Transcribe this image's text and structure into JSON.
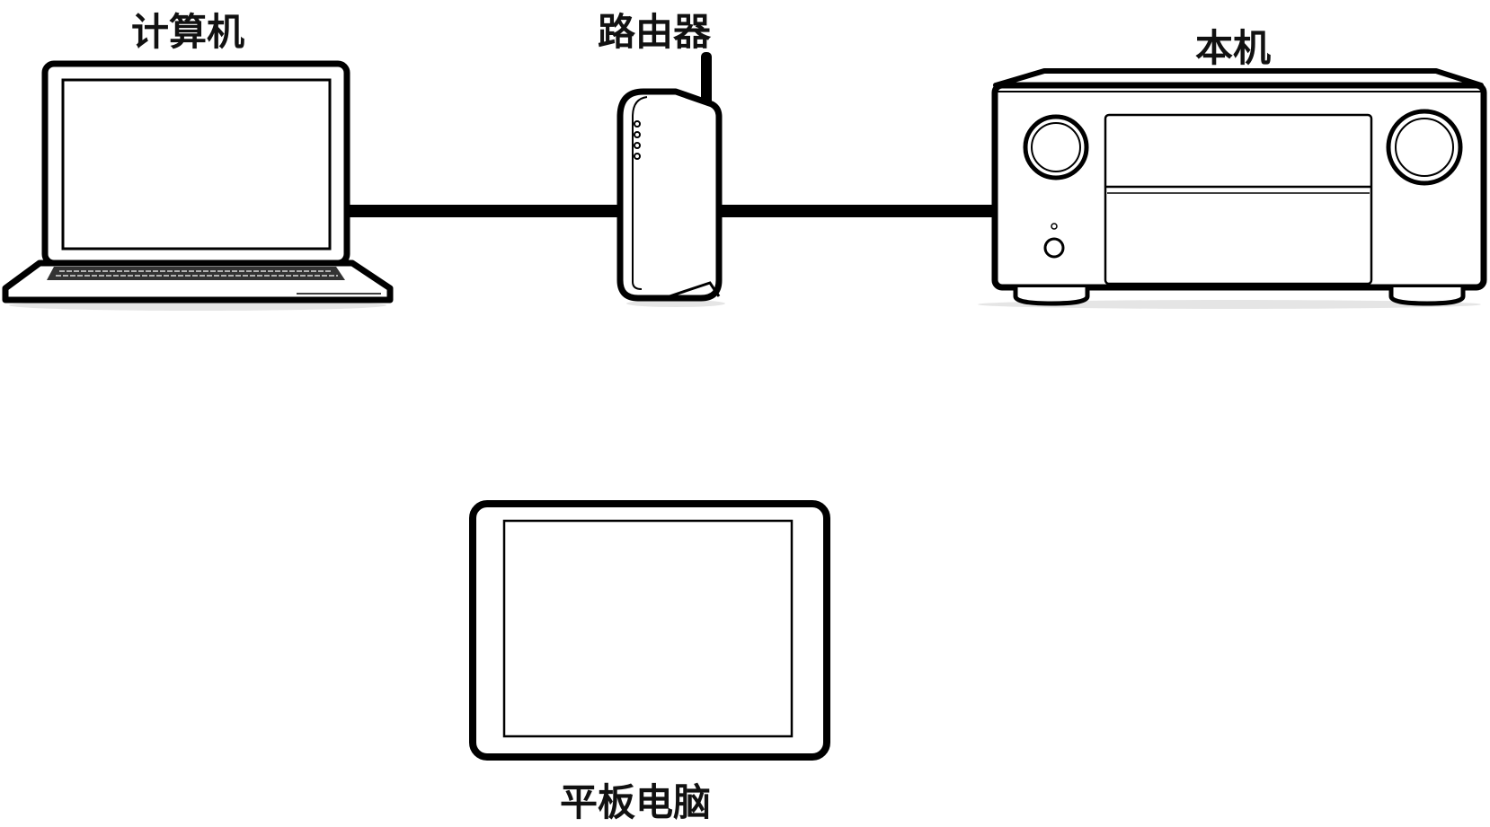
{
  "labels": {
    "computer": "计算机",
    "router": "路由器",
    "unit": "本机",
    "tablet": "平板电脑"
  },
  "colors": {
    "stroke": "#000000",
    "background": "#ffffff"
  }
}
